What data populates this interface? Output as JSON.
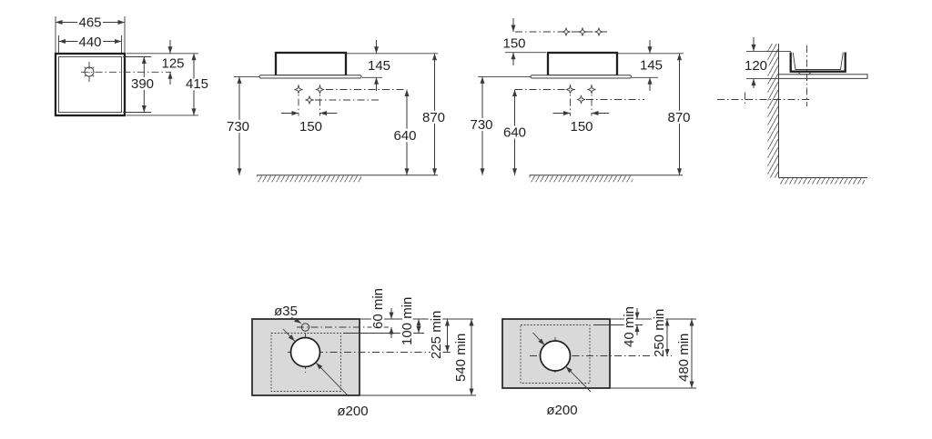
{
  "diagram": {
    "top_view": {
      "width_outer": "465",
      "width_inner": "440",
      "rear_to_drain": "125",
      "depth_inner": "390",
      "depth_outer": "415"
    },
    "elevation_a": {
      "basin_height": "145",
      "total_height": "870",
      "counter_height": "730",
      "outlet_height": "640",
      "hole_spacing": "150"
    },
    "elevation_b": {
      "tap_height": "150",
      "basin_height": "145",
      "total_height": "870",
      "counter_height": "730",
      "outlet_height": "640",
      "hole_spacing": "150"
    },
    "side_view": {
      "basin_height": "120"
    },
    "cutout_left": {
      "tap_hole_dia": "ø35",
      "drain_dia": "ø200",
      "edge_to_tap": "60 min",
      "edge_to_basin": "100 min",
      "edge_to_drain": "225 min",
      "counter_depth": "540 min"
    },
    "cutout_right": {
      "drain_dia": "ø200",
      "edge_to_basin": "40 min",
      "edge_to_drain": "250 min",
      "counter_depth": "480 min"
    }
  },
  "colors": {
    "line": "#3a3a3a",
    "bold_line": "#1f1f1f",
    "text": "#222222",
    "counter_fill": "#d9d9d9",
    "background": "#ffffff"
  }
}
